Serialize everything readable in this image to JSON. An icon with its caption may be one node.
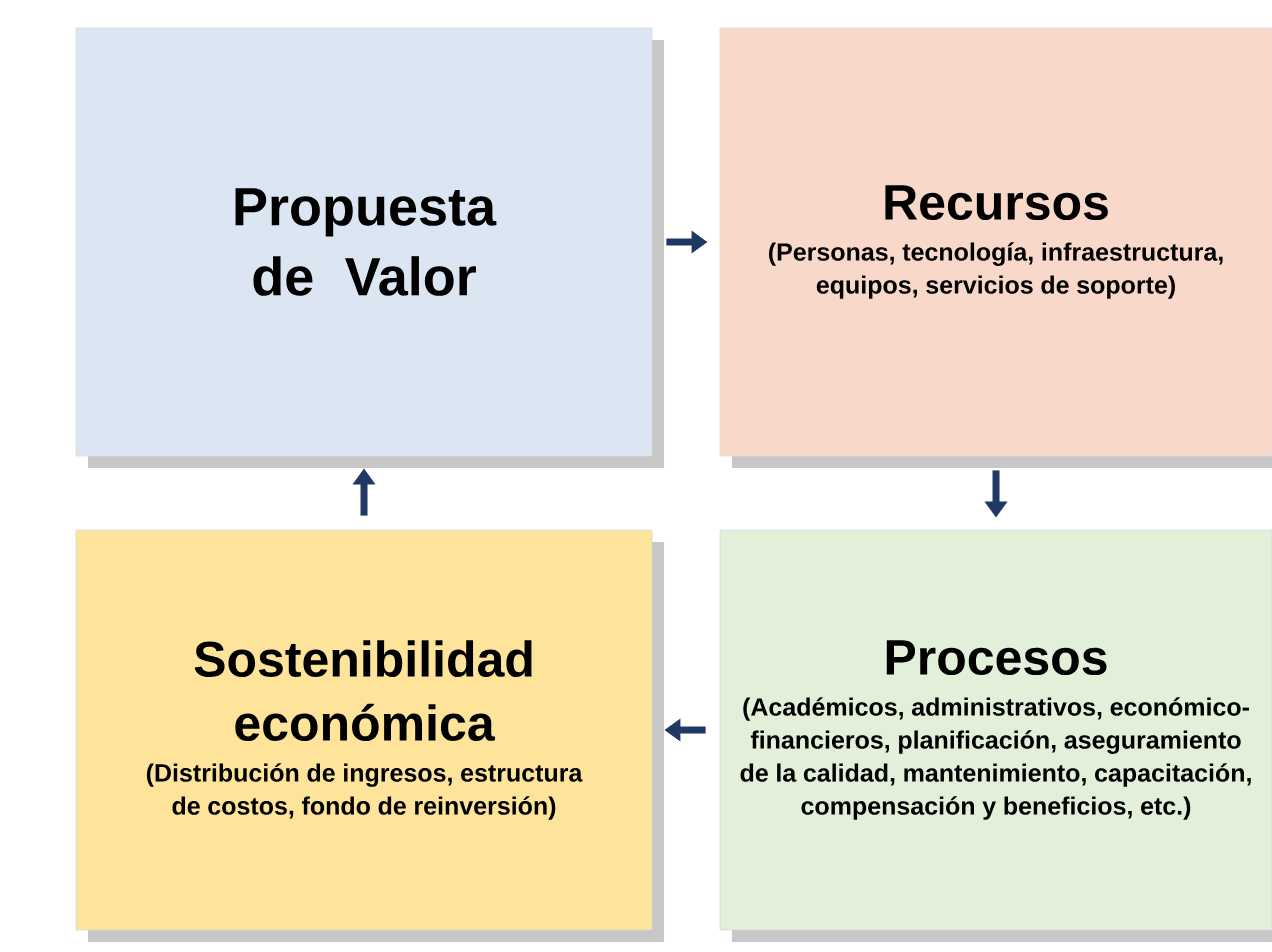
{
  "diagram": {
    "nodes": [
      {
        "text": [
          "Propuesta de Valor"
        ]
      },
      {
        "text": [
          "Recursos",
          "(Personas, tecnología, infraestructura, equipos, servicios de soporte)"
        ]
      },
      {
        "text": [
          "Procesos",
          "(Académicos, administrativos, económico-financieros, planificación, aseguramiento de la calidad, mantenimiento, capacitación, compensación y beneficios, etc.)"
        ]
      },
      {
        "text": [
          "Sostenibilidad económica",
          "(Distribución de ingresos, estructura de costos, fondo de reinversión)"
        ]
      }
    ],
    "edges": [
      {
        "from": 0,
        "to": 1,
        "arrow": "to"
      },
      {
        "from": 1,
        "to": 2,
        "arrow": "to"
      },
      {
        "from": 2,
        "to": 3,
        "arrow": "to"
      },
      {
        "from": 3,
        "to": 0,
        "arrow": "to"
      }
    ]
  }
}
